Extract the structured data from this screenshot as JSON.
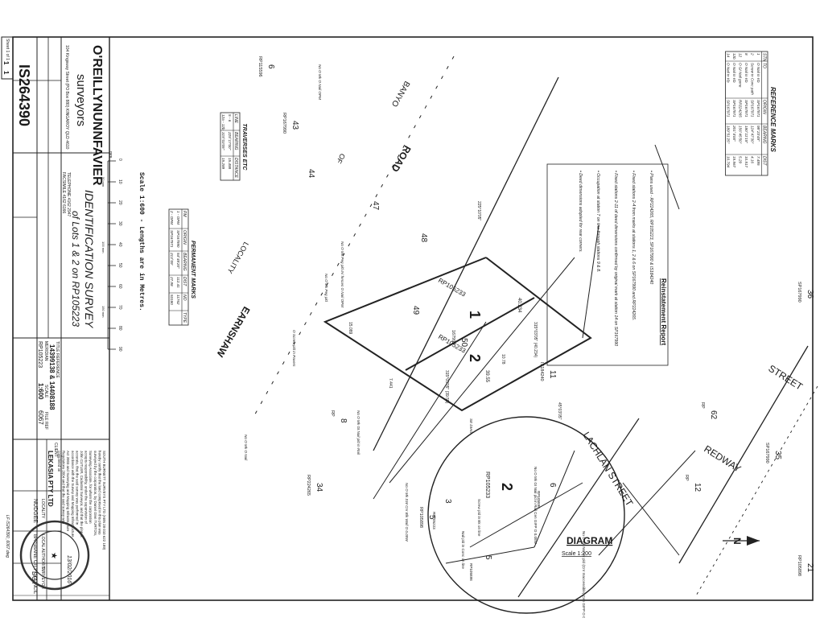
{
  "header": {
    "file_code": "LF IS264390_6067.dwg",
    "sheet_label": "Sheet 1 of 1",
    "sheet_number": "1",
    "sheet_total": "1"
  },
  "title_block": {
    "firm_name": "O'REILLYNUNNFAVIER",
    "firm_sub": "surveyors",
    "firm_address": "104 Kingsway Street (PO Box 880) KINGAROY QLD 4610",
    "firm_phone": "TELEPHONE 4162 2947",
    "firm_fax": "FACSIMILE 4162 6166",
    "plan_number": "IS264390",
    "title": "IDENTIFICATION SURVEY",
    "title_sub": "of Lots 1 & 2 on RP105223",
    "title_reference_label": "TITLE REFERENCE",
    "title_reference": "14399138 & 14408188",
    "meridian_label": "MERIDIAN",
    "meridian": "RP105223",
    "scale_label": "SCALE",
    "scale": "1:600",
    "file_ref_label": "FILE REF",
    "file_ref": "6067",
    "client_label": "CLIENT",
    "client": "LEKASIA PTY LTD",
    "locality_label": "LOCALITY",
    "locality": "NUDGEE",
    "local_authority_label": "LOCAL AUTHORITY",
    "local_authority": "BRISBANE CITY COUNCIL",
    "surveyor_label": "SURVEYOR",
    "surveyor": "DGT",
    "scale_note": "Scale 1:600 - Lengths are in Metres.",
    "scale_unit_top": "mm",
    "scale_ticks": [
      "0",
      "10",
      "20",
      "30",
      "40",
      "50",
      "60",
      "70",
      "80",
      "90"
    ],
    "scale_mm_marks": [
      "50 mm",
      "100 mm",
      "150 mm"
    ]
  },
  "certificate": {
    "lines": [
      "SOUTH BURNETT SURVEYS PTY LTD (ABN 28 010 622 189)",
      "hereby certify that the land comprised in this plan was",
      "surveyed by the corporation, by Daniel Glen TURTON,",
      "Surveying Associate, for whom the corporation",
      "accepts responsibility, under the supervision of",
      "John CUTLER, Cadastral Surveyor, and that the plan is",
      "accurate, that the said survey was performed in",
      "accordance with the Survey and Mapping Infrastructure",
      "Act 2003 and Surveying and Mapping Infrastructure",
      "Regulations 2004 and that the said survey was",
      "completed on"
    ],
    "date": "13/02/2016",
    "stamp_text": "SOUTH BURNETT SURVEYS PTY LTD ABN 28 010 622 189"
  },
  "reference_marks": {
    "title": "REFERENCE MARKS",
    "headers": [
      "STN",
      "TO",
      "ORIGIN",
      "BEARING",
      "DIST"
    ],
    "rows": [
      [
        "1",
        "O Nail in Kb",
        "SP167971",
        "98°23'45\"",
        "7.495"
      ],
      [
        "2",
        "Screw in Conc path",
        "SP167971",
        "124°47'30\"",
        "4.16"
      ],
      [
        "8",
        "O Nail in Kb",
        "SP167971",
        "180°11'15\"",
        "10.517"
      ],
      [
        "12",
        "O GI Nail gone",
        "RP224265",
        "156°45'50\"",
        "5.29"
      ],
      [
        "12b",
        "O Nail in Kb",
        "SP167971",
        "201°4'00\"",
        "15.567"
      ],
      [
        "14",
        "O Nail in Kb",
        "SP167971",
        "189°51'25\"",
        "10.794"
      ]
    ]
  },
  "traverses": {
    "title": "TRAVERSES ETC",
    "headers": [
      "LINE",
      "BEARING",
      "DISTANCE"
    ],
    "rows": [
      [
        "5 - 6",
        "225°17'00\"",
        "15.498"
      ],
      [
        "12a - 12b",
        "315°03'05\"",
        "15.289"
      ]
    ]
  },
  "permanent_marks": {
    "title": "PERMANENT MARKS",
    "headers": [
      "PM",
      "ORIGIN",
      "BEARING",
      "DIST",
      "NO",
      "TYPE"
    ],
    "rows": [
      [
        "1 - OPM",
        "SP167990",
        "54°45'20\"",
        "112.41",
        "11762",
        ""
      ],
      [
        "2 - OPM",
        "SP167971",
        "213°09'",
        "27.98",
        "53180",
        ""
      ]
    ]
  },
  "report": {
    "title": "Reinstatement Report",
    "bullets": [
      "Plans used - RP224265, RP105223, SP167990 & IS184240",
      "Fixed stations 2-4 from marks at stations 1, 2 & 6 on SP167990 and RP224265.",
      "Fixed stations 2-11 of deed dimensions confirmed by original mark at station 14 on SP167990",
      "Occupation at station 7 on line through stations 9 & 8.",
      "Deed dimensions adopted for rear corners."
    ]
  },
  "plan": {
    "roads": {
      "banyo": "BANYO",
      "road": "ROAD",
      "of": "OF",
      "locality": "LOCALITY",
      "earnshaw": "EARNSHAW",
      "lachlan": "LACHLAN STREET",
      "redway": "REDWAY",
      "street": "STREET"
    },
    "lots": {
      "lot1": "1",
      "lot1_plan": "RP105233",
      "lot2": "2",
      "lot2_plan": "RP105233",
      "area1": "40.234",
      "area2": "39.55"
    },
    "neighbours": [
      {
        "lot": "6",
        "plan": "RP115596"
      },
      {
        "lot": "43",
        "plan": "RP167990"
      },
      {
        "lot": "44",
        "plan": ""
      },
      {
        "lot": "47",
        "plan": ""
      },
      {
        "lot": "48",
        "plan": ""
      },
      {
        "lot": "49",
        "plan": ""
      },
      {
        "lot": "50",
        "plan": "167990"
      },
      {
        "lot": "11",
        "plan": "IS184240"
      },
      {
        "lot": "36",
        "plan": "SP167990"
      },
      {
        "lot": "35",
        "plan": "SP167990"
      },
      {
        "lot": "62",
        "plan": "RP"
      },
      {
        "lot": "12",
        "plan": "RP"
      },
      {
        "lot": "21",
        "plan": "RP105898"
      },
      {
        "lot": "34",
        "plan": "RP224265"
      },
      {
        "lot": "5",
        "plan": "RP105898"
      },
      {
        "lot": "8",
        "plan": "RP"
      }
    ],
    "bearings": [
      "225°10'05\"",
      "315°03'05\" (40.234)",
      "315°03'05\" (39.55)",
      "45°03'05\"",
      "15.089",
      "10.78",
      "7.441"
    ],
    "notes": [
      "No O Mk O Nail OPM",
      "No O Mk Peg pld In/ fences O Nail OPM",
      "No O Mk Peg pld",
      "O Screw pld in Pavers",
      "No O Mk GI Nail pld in Rail",
      "No O Mk SW Cnr Blk Wall O 0.09W",
      "No O Mk O Nail",
      "SE DIAG"
    ],
    "north_label": "N"
  },
  "diagram": {
    "title": "DIAGRAM",
    "scale": "Scale 1:200",
    "lot_2": "2",
    "lot_2_plan": "RP105233",
    "labels": [
      "6",
      "RP105898",
      "5",
      "RP105898",
      "3",
      "RP105223",
      "No O Mk GI Nail pld in Rail Cen GIFP O 0.05W",
      "Screw pld in Bk on line",
      "Nail pld in Conc on line",
      "No O Mk No Mk pld (Cnr Inaccessible) Cen GIFP O 0.04E"
    ]
  }
}
